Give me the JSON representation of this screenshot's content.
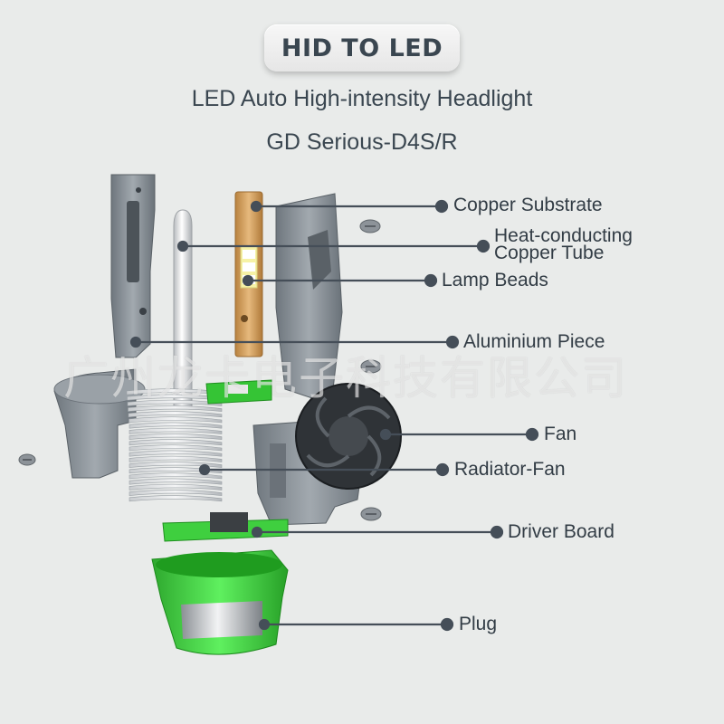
{
  "header": {
    "badge": "HID TO LED",
    "subtitle_line1": "LED Auto High-intensity Headlight",
    "subtitle_line2": "GD Serious-D4S/R"
  },
  "watermark": "广州龙卡电子科技有限公司",
  "labels": {
    "copper_substrate": "Copper Substrate",
    "heat_tube_line1": "Heat-conducting",
    "heat_tube_line2": "Copper Tube",
    "lamp_beads": "Lamp Beads",
    "aluminium_piece": "Aluminium Piece",
    "fan": "Fan",
    "radiator_fan": "Radiator-Fan",
    "driver_board": "Driver Board",
    "plug": "Plug"
  },
  "colors": {
    "background": "#e9ebea",
    "leader_line": "#454e58",
    "plug_green": "#3fd43f",
    "copper": "#d6a265",
    "bracket_grey": "#8a9198"
  }
}
